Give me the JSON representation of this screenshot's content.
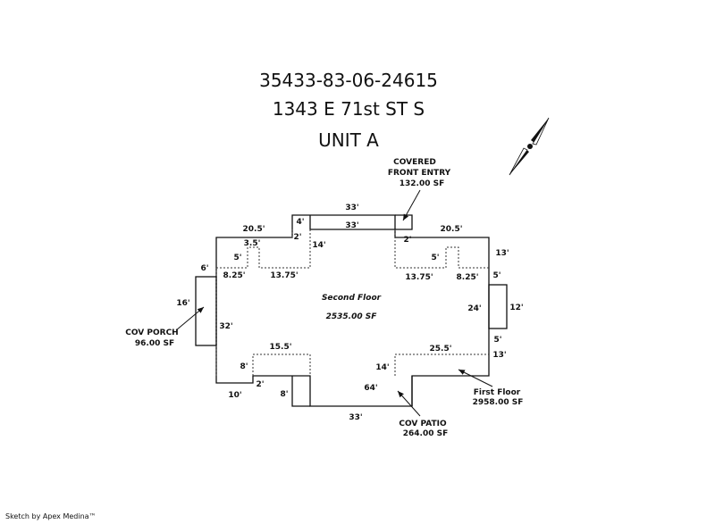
{
  "header": {
    "parcel_id": "35433-83-06-24615",
    "address": "1343 E 71st ST S",
    "unit": "UNIT A"
  },
  "areas": {
    "covered_entry": {
      "line1": "COVERED",
      "line2": "FRONT ENTRY",
      "sf": "132.00 SF"
    },
    "second_floor": {
      "name": "Second Floor",
      "sf": "2535.00 SF"
    },
    "first_floor": {
      "name": "First Floor",
      "sf": "2958.00 SF"
    },
    "cov_porch": {
      "name": "COV PORCH",
      "sf": "96.00 SF"
    },
    "cov_patio": {
      "name": "COV PATIO",
      "sf": "264.00 SF"
    }
  },
  "dimensions": {
    "d33_top": "33'",
    "d4": "4'",
    "d33_inner": "33'",
    "d20_5_left": "20.5'",
    "d2_tl": "2'",
    "d14_tl": "14'",
    "d2_tr": "2'",
    "d20_5_right": "20.5'",
    "d13_tr": "13'",
    "d3_5": "3.5'",
    "d5_l": "5'",
    "d5_r": "5'",
    "d6": "6'",
    "d8_25_l": "8.25'",
    "d13_75_l": "13.75'",
    "d13_75_r": "13.75'",
    "d8_25_r": "8.25'",
    "d5_rt": "5'",
    "d16": "16'",
    "d32": "32'",
    "d24": "24'",
    "d12": "12'",
    "d5_rb": "5'",
    "d15_5": "15.5'",
    "d25_5": "25.5'",
    "d13_br": "13'",
    "d8_l": "8'",
    "d14_b": "14'",
    "d2_bl": "2'",
    "d10": "10'",
    "d8_patio": "8'",
    "d64": "64'",
    "d33_bottom": "33'"
  },
  "footer": "Sketch by Apex Medina™"
}
